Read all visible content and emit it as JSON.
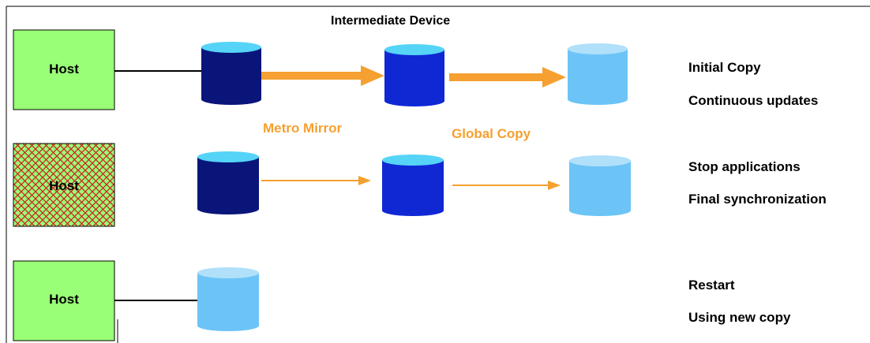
{
  "title": "Intermediate Device",
  "hosts": [
    "Host",
    "Host",
    "Host"
  ],
  "links": {
    "metro_mirror": "Metro Mirror",
    "global_copy": "Global Copy"
  },
  "steps": [
    {
      "line1": "Initial Copy",
      "line2": "Continuous updates"
    },
    {
      "line1": "Stop applications",
      "line2": "Final synchronization"
    },
    {
      "line1": "Restart",
      "line2": "Using new copy"
    }
  ],
  "colors": {
    "host_fill": "#99ff77",
    "hatch": "#cc2222",
    "arrow": "#f5a030",
    "disk_dark": "#0a157a",
    "disk_mid": "#1028d4",
    "disk_light": "#6cc4f6",
    "disk_top": "#55d4f7",
    "disk_light_top": "#b0e0fa"
  }
}
